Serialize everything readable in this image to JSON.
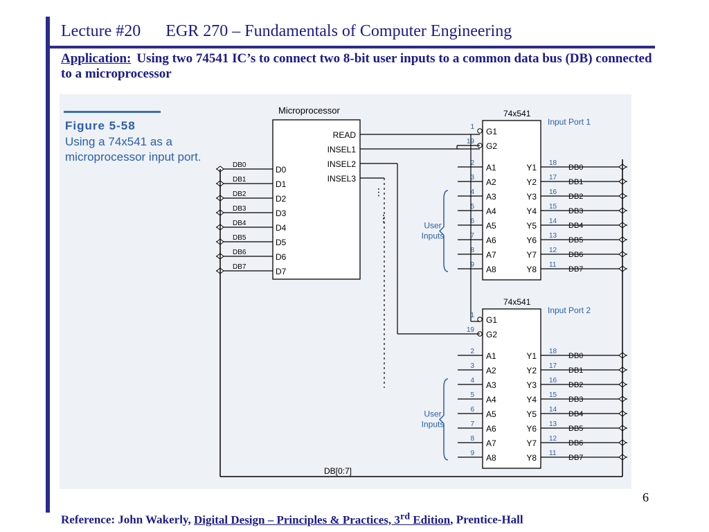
{
  "header": {
    "lecture": "Lecture #20",
    "course": "EGR 270 – Fundamentals of Computer Engineering"
  },
  "application": {
    "label": "Application:",
    "text": "Using two 74541  IC’s to connect two 8-bit user inputs to a common data bus (DB) connected to a microprocessor"
  },
  "figure": {
    "title": "Figure 5-58",
    "caption": "Using a 74x541 as a microprocessor input port.",
    "microprocessor_label": "Microprocessor",
    "cpu_data_pins": [
      "D0",
      "D1",
      "D2",
      "D3",
      "D4",
      "D5",
      "D6",
      "D7"
    ],
    "cpu_control_pins": [
      "READ",
      "INSEL1",
      "INSEL2",
      "INSEL3"
    ],
    "bus_lines": [
      "DB0",
      "DB1",
      "DB2",
      "DB3",
      "DB4",
      "DB5",
      "DB6",
      "DB7"
    ],
    "bus_label": "DB[0:7]",
    "chip_name": "74x541",
    "port1_label": "Input Port 1",
    "port2_label": "Input Port 2",
    "user_inputs_label": "User Inputs",
    "gate_pins": [
      "G1",
      "G2"
    ],
    "gate_pin_numbers": [
      "1",
      "19"
    ],
    "input_pins": [
      "A1",
      "A2",
      "A3",
      "A4",
      "A5",
      "A6",
      "A7",
      "A8"
    ],
    "input_pin_numbers": [
      "2",
      "3",
      "4",
      "5",
      "6",
      "7",
      "8",
      "9"
    ],
    "output_pins": [
      "Y1",
      "Y2",
      "Y3",
      "Y4",
      "Y5",
      "Y6",
      "Y7",
      "Y8"
    ],
    "output_pin_numbers": [
      "18",
      "17",
      "16",
      "15",
      "14",
      "13",
      "12",
      "11"
    ]
  },
  "page_number": "6",
  "reference": {
    "prefix": "Reference:  John Wakerly, ",
    "book": "Digital Design – Principles & Practices, 3",
    "sup": "rd",
    "edition": " Edition",
    "publisher": ", Prentice-Hall"
  },
  "colors": {
    "title_blue": "#1a1a8c",
    "figure_blue": "#2a5fa8",
    "rule_blue": "#2b2b8f"
  }
}
